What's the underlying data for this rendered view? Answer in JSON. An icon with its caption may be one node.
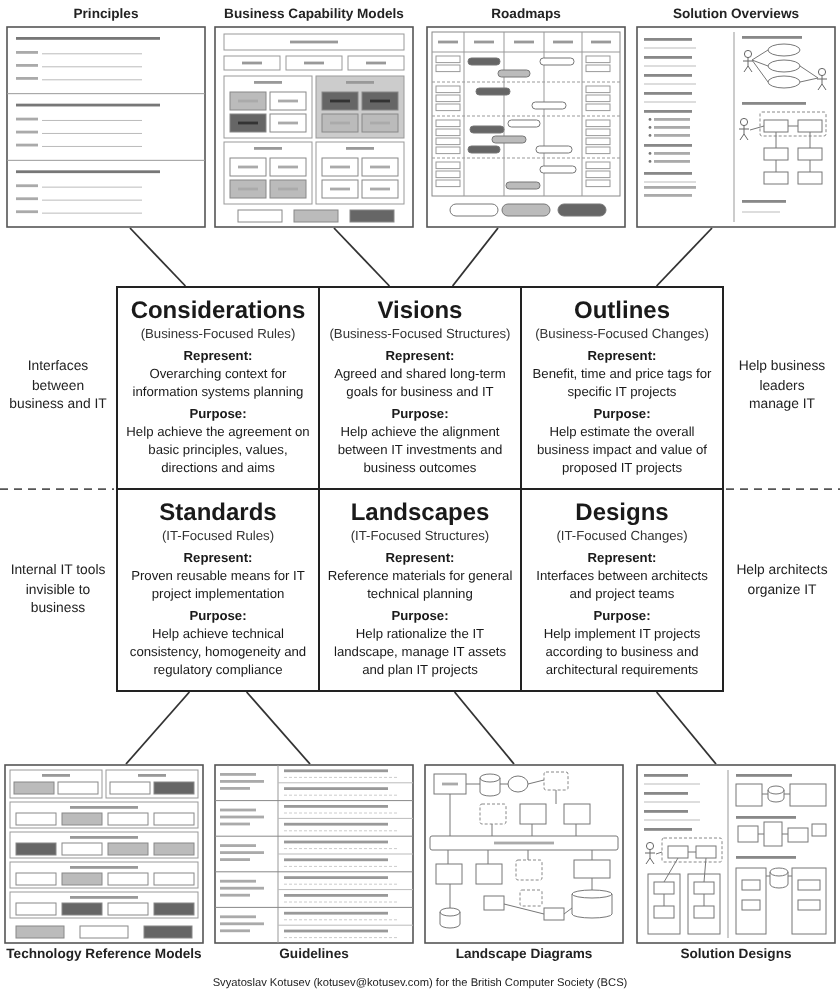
{
  "diagram": {
    "caption": "Svyatoslav Kotusev (kotusev@kotusev.com) for the British Computer Society (BCS)",
    "nodes": [
      {
        "text": [
          "Principles"
        ]
      },
      {
        "text": [
          "Business Capability Models"
        ]
      },
      {
        "text": [
          "Roadmaps"
        ]
      },
      {
        "text": [
          "Solution Overviews"
        ]
      },
      {
        "text": [
          "Considerations",
          "(Business-Focused Rules)",
          "Represent:",
          "Overarching context for information systems planning",
          "Purpose:",
          "Help achieve the agreement on basic principles, values, directions and aims"
        ]
      },
      {
        "text": [
          "Visions",
          "(Business-Focused Structures)",
          "Represent:",
          "Agreed and shared long-term goals for business and IT",
          "Purpose:",
          "Help achieve the alignment between IT investments and business outcomes"
        ]
      },
      {
        "text": [
          "Outlines",
          "(Business-Focused Changes)",
          "Represent:",
          "Benefit, time and price tags for specific IT projects",
          "Purpose:",
          "Help estimate the overall business impact and value of proposed IT projects"
        ]
      },
      {
        "text": [
          "Standards",
          "(IT-Focused Rules)",
          "Represent:",
          "Proven reusable means for IT project implementation",
          "Purpose:",
          "Help achieve technical consistency, homogeneity and regulatory compliance"
        ]
      },
      {
        "text": [
          "Landscapes",
          "(IT-Focused Structures)",
          "Represent:",
          "Reference materials for general technical planning",
          "Purpose:",
          "Help rationalize the IT landscape, manage IT assets and plan IT projects"
        ]
      },
      {
        "text": [
          "Designs",
          "(IT-Focused Changes)",
          "Represent:",
          "Interfaces between architects and project teams",
          "Purpose:",
          "Help implement IT projects according to business and architectural requirements"
        ]
      },
      {
        "text": [
          "Technology Reference Models"
        ]
      },
      {
        "text": [
          "Guidelines"
        ]
      },
      {
        "text": [
          "Landscape Diagrams"
        ]
      },
      {
        "text": [
          "Solution Designs"
        ]
      }
    ],
    "edges": [
      {
        "from": 0,
        "to": 4,
        "arrow": "none"
      },
      {
        "from": 1,
        "to": 5,
        "arrow": "none"
      },
      {
        "from": 2,
        "to": 5,
        "arrow": "none"
      },
      {
        "from": 3,
        "to": 6,
        "arrow": "none"
      },
      {
        "from": 7,
        "to": 10,
        "arrow": "none"
      },
      {
        "from": 7,
        "to": 11,
        "arrow": "none"
      },
      {
        "from": 8,
        "to": 12,
        "arrow": "none"
      },
      {
        "from": 9,
        "to": 13,
        "arrow": "none"
      }
    ],
    "labels": [
      "Interfaces between business and IT",
      "Help business leaders manage IT",
      "Internal IT tools invisible to business",
      "Help architects organize IT"
    ]
  }
}
